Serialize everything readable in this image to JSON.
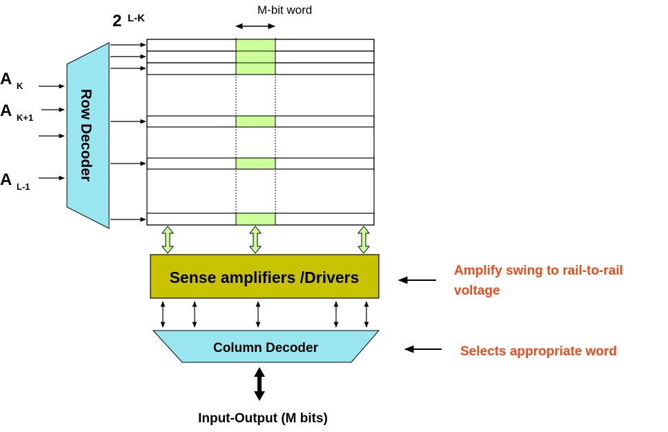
{
  "exponent_label": {
    "base": "2",
    "exp": "L-K"
  },
  "word_width_label": "M-bit word",
  "address_inputs": [
    {
      "base": "A",
      "sub": "K"
    },
    {
      "base": "A",
      "sub": "K+1"
    },
    {
      "base": "A",
      "sub": "L-1"
    }
  ],
  "row_decoder_label": "Row Decoder",
  "sense_amp_label": "Sense amplifiers /Drivers",
  "column_decoder_label": "Column Decoder",
  "io_label": "Input-Output (M bits)",
  "annotations": {
    "amplify_line1": "Amplify swing to rail-to-rail",
    "amplify_line2": "voltage",
    "selects": "Selects appropriate word"
  },
  "colors": {
    "decoder_fill": "#99e6f0",
    "sense_amp_fill": "#c8c200",
    "word_cell_fill": "#ccff99",
    "annotation_red": "#f04a1a"
  }
}
